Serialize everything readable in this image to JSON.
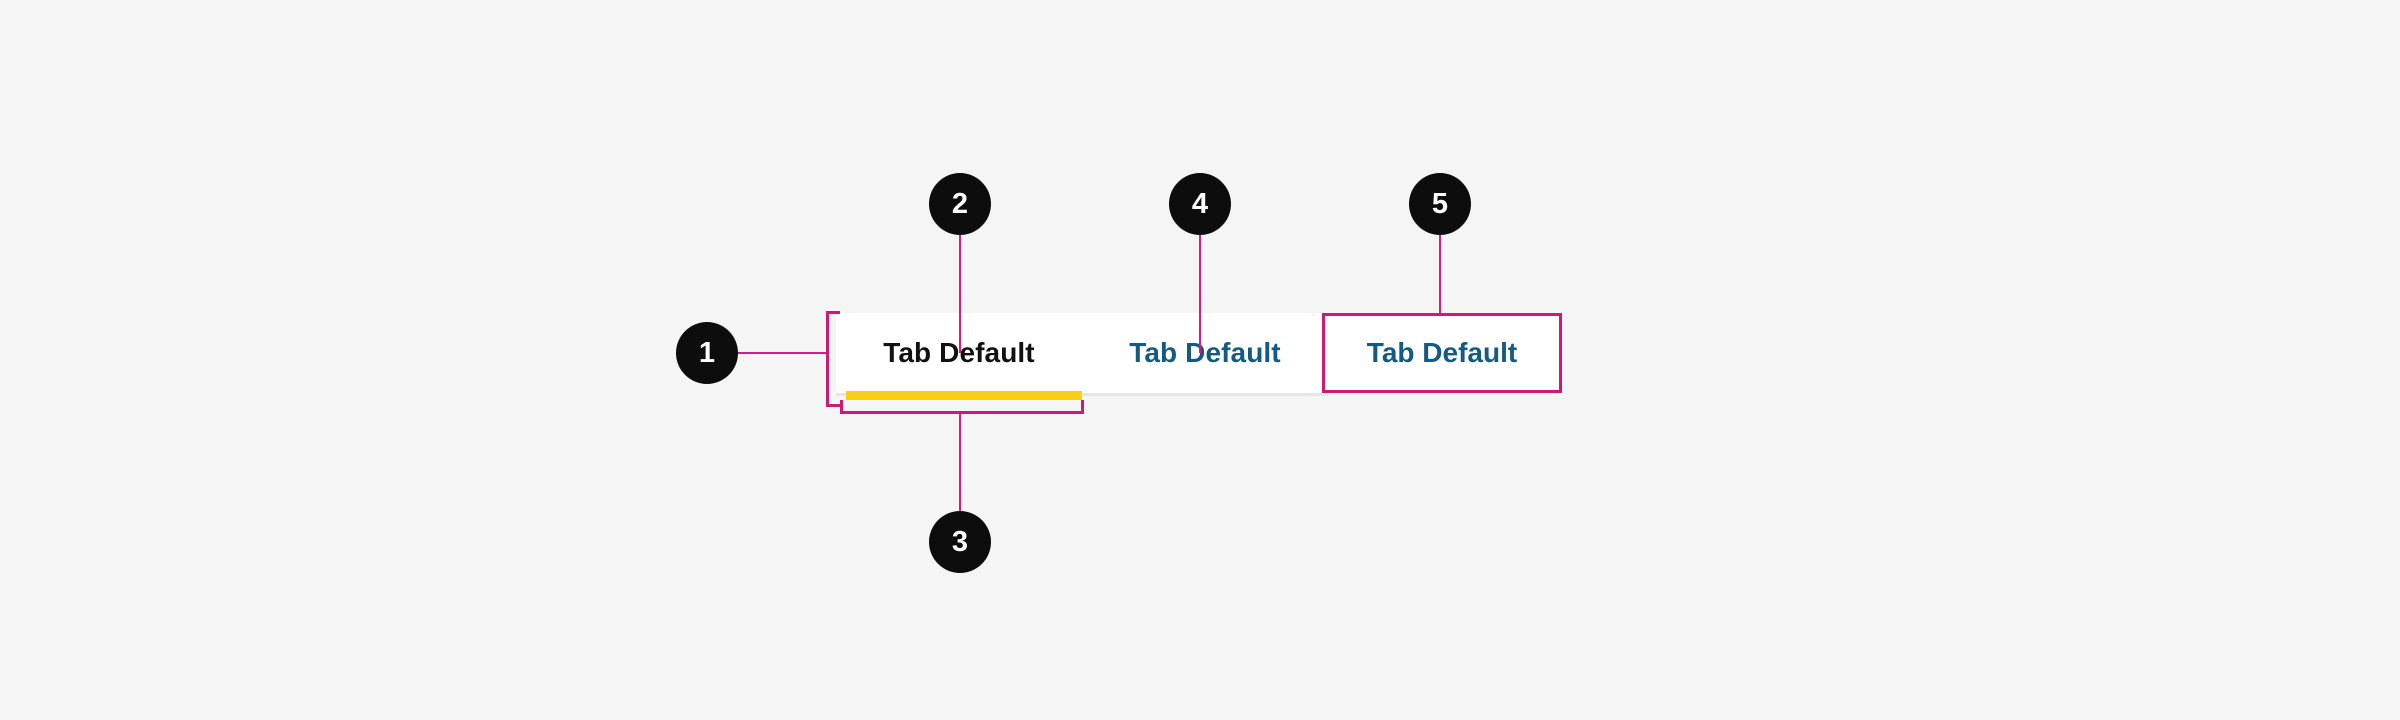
{
  "canvas": {
    "background": "#f5f5f5",
    "annotation_color": "#cc1b72",
    "callout_fill": "#0d0d0d",
    "callout_text": "#ffffff"
  },
  "tabbar": {
    "background": "#ffffff",
    "track_color": "#e6e6e6",
    "indicator_color": "#fbce16",
    "tabs": [
      {
        "label": "Tab Default",
        "state": "selected",
        "text_color": "#111111"
      },
      {
        "label": "Tab Default",
        "state": "default",
        "text_color": "#155a80"
      },
      {
        "label": "Tab Default",
        "state": "focused",
        "text_color": "#155a80"
      }
    ]
  },
  "callouts": [
    {
      "number": "1",
      "target": "tab-bar-container"
    },
    {
      "number": "2",
      "target": "selected-tab-label"
    },
    {
      "number": "3",
      "target": "selected-tab-indicator"
    },
    {
      "number": "4",
      "target": "default-tab-label"
    },
    {
      "number": "5",
      "target": "focused-tab-outline"
    }
  ]
}
